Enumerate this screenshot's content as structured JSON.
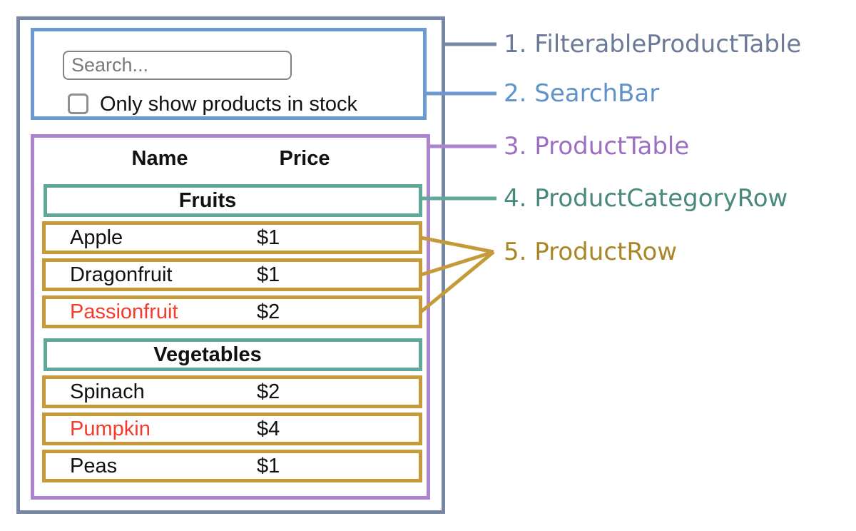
{
  "app": {
    "search_bar": {
      "search_placeholder": "Search...",
      "checkbox_checked": false,
      "checkbox_label": "Only show products in stock"
    },
    "table": {
      "headers": {
        "name": "Name",
        "price": "Price"
      },
      "sections": [
        {
          "category": "Fruits",
          "rows": [
            {
              "name": "Apple",
              "price": "$1",
              "highlighted": false
            },
            {
              "name": "Dragonfruit",
              "price": "$1",
              "highlighted": false
            },
            {
              "name": "Passionfruit",
              "price": "$2",
              "highlighted": true
            }
          ]
        },
        {
          "category": "Vegetables",
          "rows": [
            {
              "name": "Spinach",
              "price": "$2",
              "highlighted": false
            },
            {
              "name": "Pumpkin",
              "price": "$4",
              "highlighted": true
            },
            {
              "name": "Peas",
              "price": "$1",
              "highlighted": false
            }
          ]
        }
      ]
    }
  },
  "legend": [
    {
      "label": "1. FilterableProductTable",
      "color": "#6b7b97"
    },
    {
      "label": "2. SearchBar",
      "color": "#5e92cb"
    },
    {
      "label": "3. ProductTable",
      "color": "#9c6fc4"
    },
    {
      "label": "4. ProductCategoryRow",
      "color": "#48897c"
    },
    {
      "label": "5. ProductRow",
      "color": "#a98627"
    }
  ],
  "colors": {
    "filterable_product_table_border": "#7787a4",
    "search_bar_border": "#6d99d1",
    "product_table_border": "#ab84cd",
    "product_category_row_border": "#60a89a",
    "product_row_border": "#c59a39",
    "highlighted_text": "#f53b2b"
  }
}
